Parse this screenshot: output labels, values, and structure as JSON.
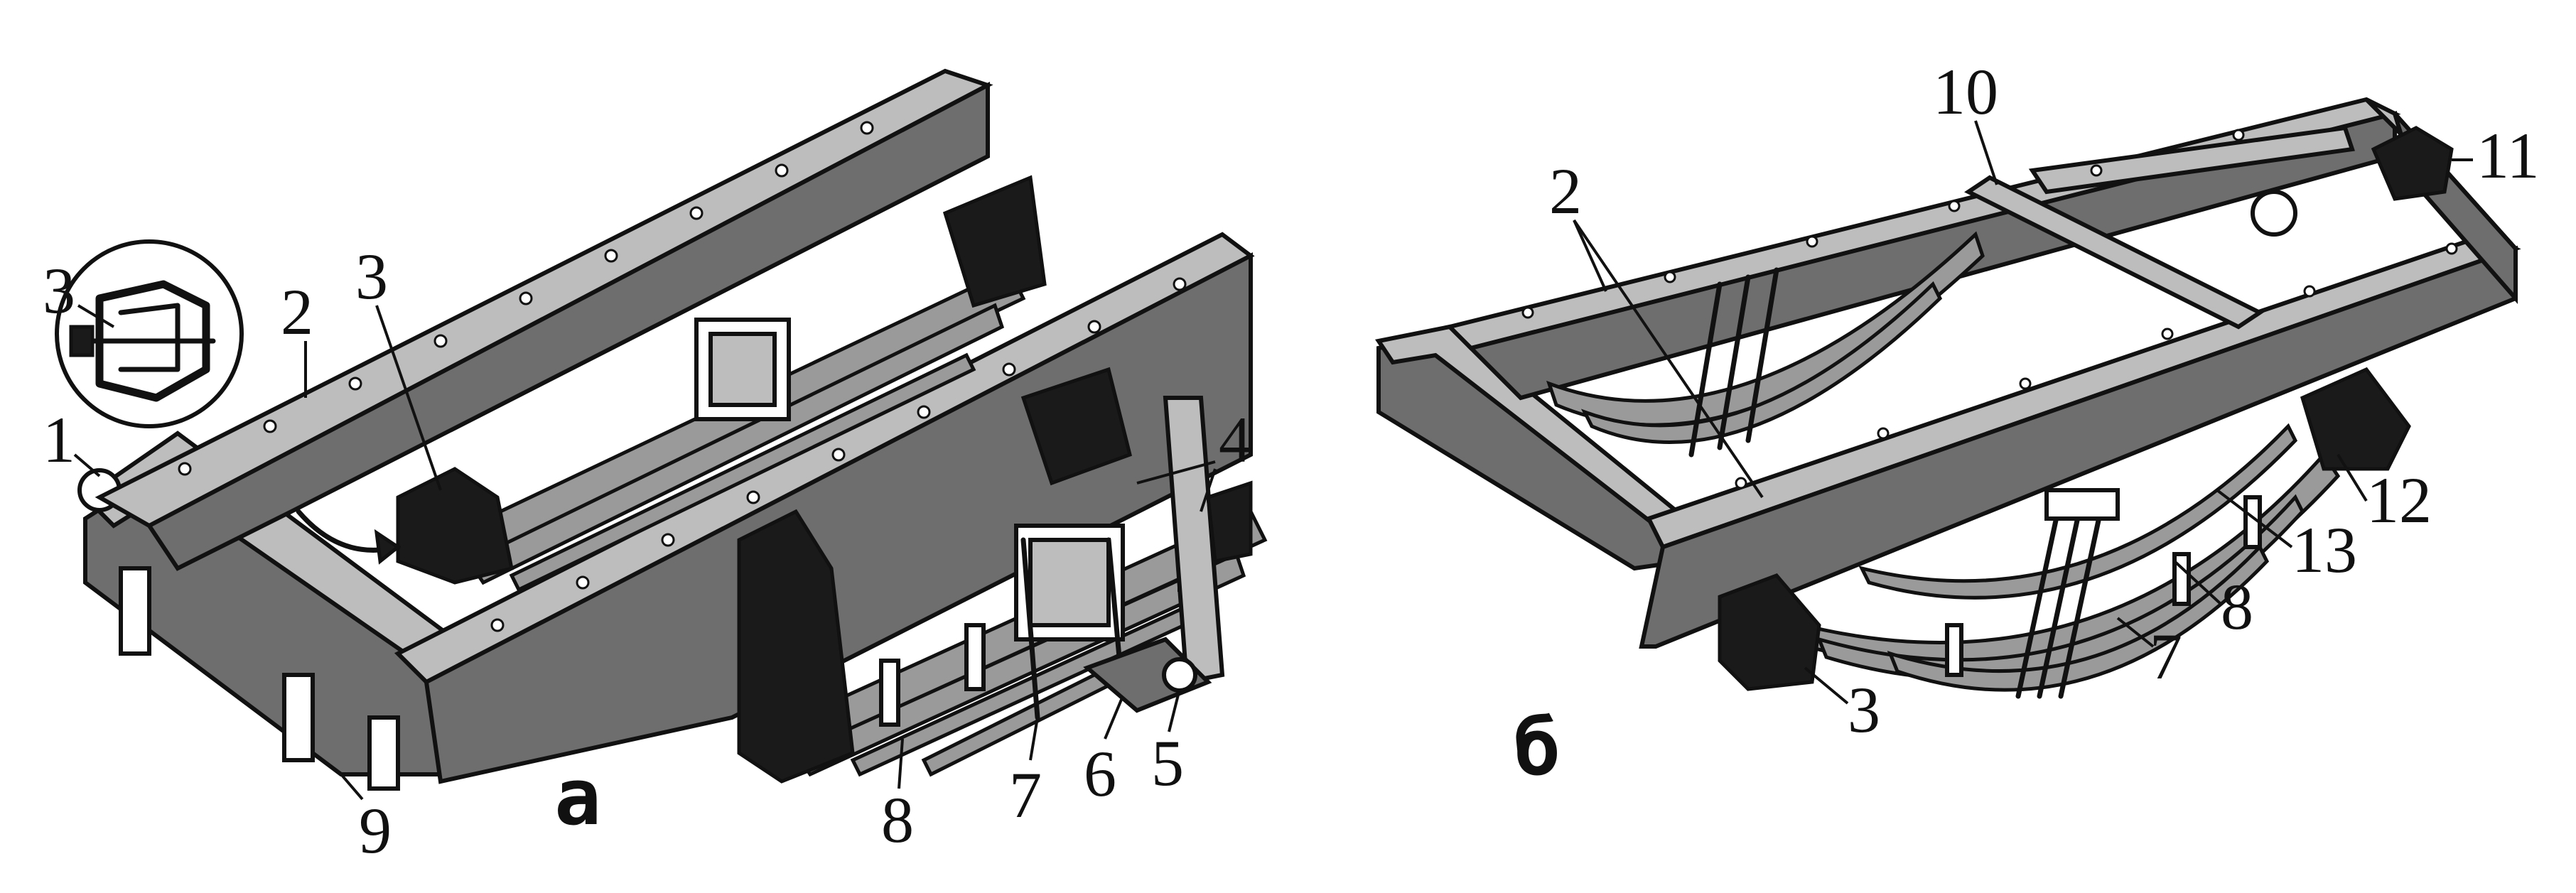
{
  "panels": [
    {
      "id": "a",
      "label": "а"
    },
    {
      "id": "b",
      "label": "б"
    }
  ],
  "callouts_a": [
    "1",
    "3",
    "2",
    "3",
    "4",
    "5",
    "6",
    "7",
    "8",
    "9"
  ],
  "callouts_b": [
    "2",
    "10",
    "11",
    "12",
    "13",
    "8",
    "7",
    "3"
  ]
}
